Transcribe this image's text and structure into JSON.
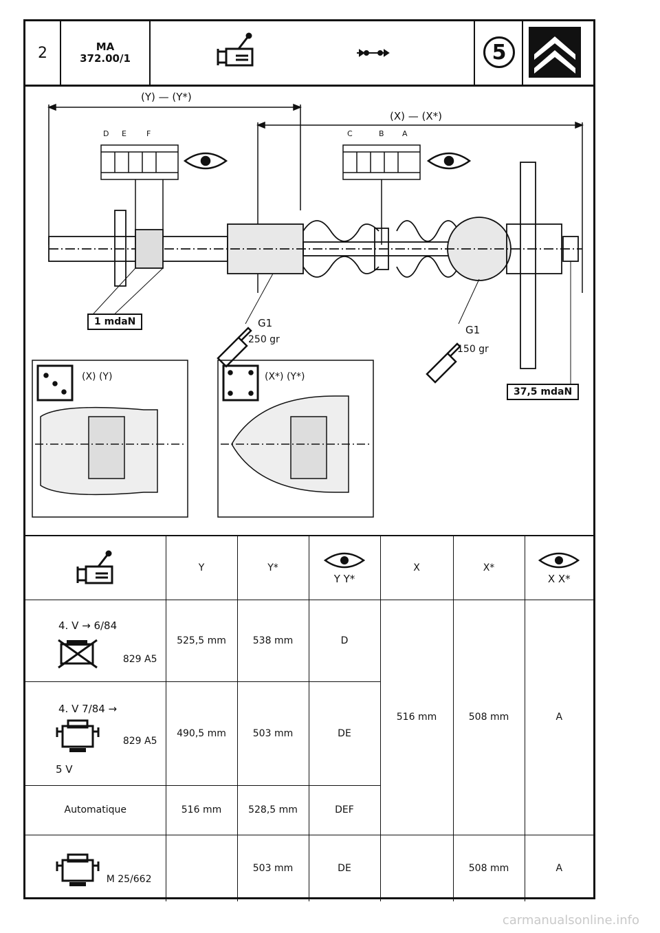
{
  "header": {
    "page_number": "2",
    "doc_code_line1": "MA",
    "doc_code_line2": "372.00/1",
    "section_number": "5"
  },
  "diagram": {
    "dim_y": "(Y) — (Y*)",
    "dim_x": "(X) — (X*)",
    "letters_left": [
      "D",
      "E",
      "F"
    ],
    "letters_right": [
      "C",
      "B",
      "A"
    ],
    "torque_left": "1 mdaN",
    "torque_right": "37,5 mdaN",
    "grease_left_label": "G1",
    "grease_left_qty": "250 gr",
    "grease_right_label": "G1",
    "grease_right_qty": "150 gr",
    "detail_left_label": "(X) (Y)",
    "detail_right_label": "(X*) (Y*)"
  },
  "table": {
    "headers": [
      "Y",
      "Y*",
      "Y  Y*",
      "X",
      "X*",
      "X  X*"
    ],
    "rows": [
      {
        "title": "4. V → 6/84",
        "engine": "829 A5",
        "y": "525,5 mm",
        "ystar": "538 mm",
        "yeye": "D"
      },
      {
        "title": "4. V 7/84 →",
        "engine": "829 A5",
        "sub": "5 V",
        "y": "490,5 mm",
        "ystar": "503 mm",
        "yeye": "DE"
      },
      {
        "title": "Automatique",
        "y": "516 mm",
        "ystar": "528,5 mm",
        "yeye": "DEF"
      },
      {
        "engine": "M 25/662",
        "y": "",
        "ystar": "503 mm",
        "yeye": "DE",
        "x": "",
        "xstar": "508 mm",
        "xeye": "A"
      }
    ],
    "merged_x": "516 mm",
    "merged_xstar": "508 mm",
    "merged_xeye": "A"
  },
  "watermark": "carmanualsonline.info"
}
